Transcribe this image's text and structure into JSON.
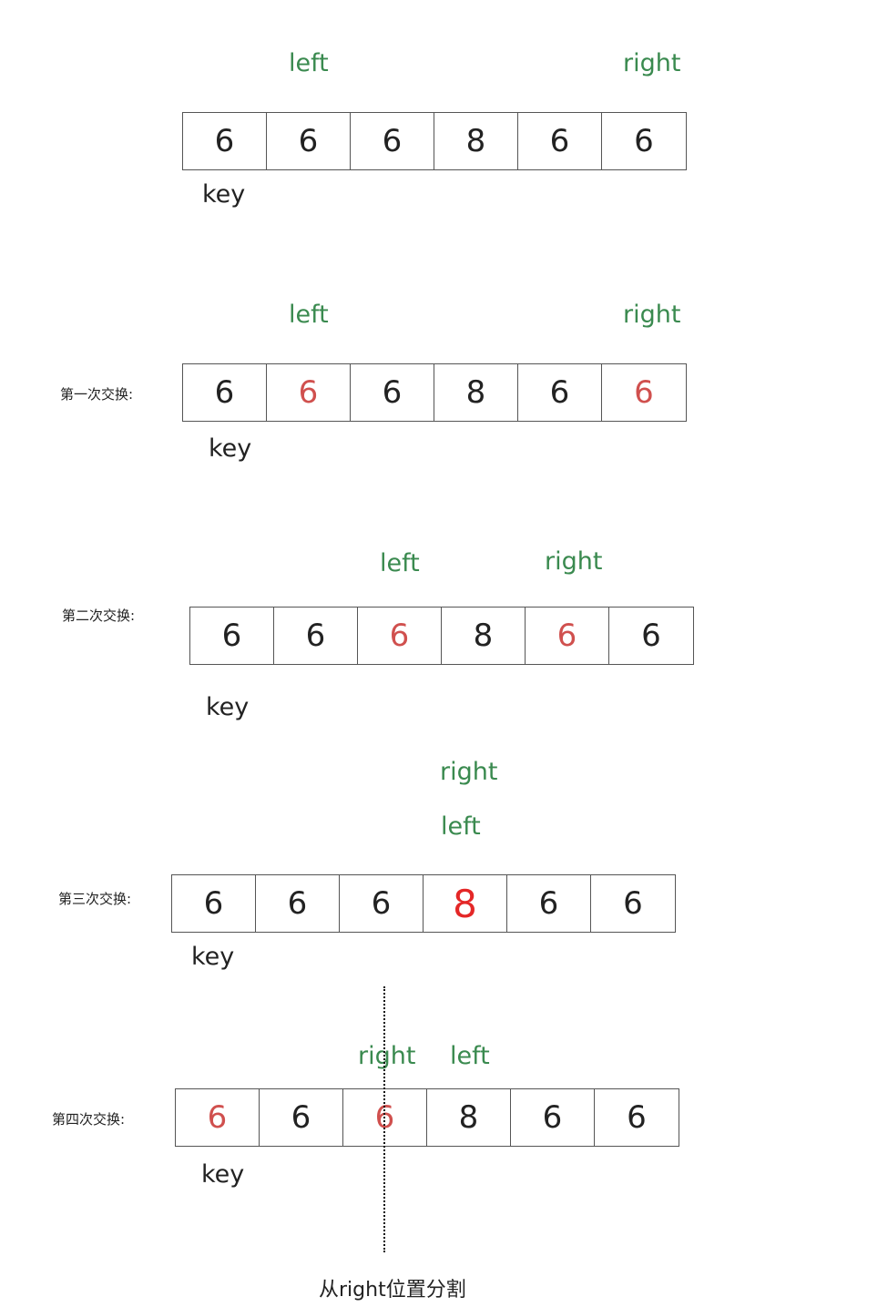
{
  "colors": {
    "pointer": "#3a8a4f",
    "swapped": "#d0504e",
    "highlight": "#e42727",
    "text": "#222222"
  },
  "steps": [
    {
      "label": "",
      "pointers": [
        "left",
        "right"
      ],
      "key": "key",
      "cells": [
        {
          "v": "6",
          "c": "normal"
        },
        {
          "v": "6",
          "c": "normal"
        },
        {
          "v": "6",
          "c": "normal"
        },
        {
          "v": "8",
          "c": "normal"
        },
        {
          "v": "6",
          "c": "normal"
        },
        {
          "v": "6",
          "c": "normal"
        }
      ]
    },
    {
      "label": "第一次交换:",
      "pointers": [
        "left",
        "right"
      ],
      "key": "key",
      "cells": [
        {
          "v": "6",
          "c": "normal"
        },
        {
          "v": "6",
          "c": "red"
        },
        {
          "v": "6",
          "c": "normal"
        },
        {
          "v": "8",
          "c": "normal"
        },
        {
          "v": "6",
          "c": "normal"
        },
        {
          "v": "6",
          "c": "red"
        }
      ]
    },
    {
      "label": "第二次交换:",
      "pointers": [
        "left",
        "right"
      ],
      "key": "key",
      "cells": [
        {
          "v": "6",
          "c": "normal"
        },
        {
          "v": "6",
          "c": "normal"
        },
        {
          "v": "6",
          "c": "red"
        },
        {
          "v": "8",
          "c": "normal"
        },
        {
          "v": "6",
          "c": "red"
        },
        {
          "v": "6",
          "c": "normal"
        }
      ]
    },
    {
      "label": "第三次交换:",
      "pointers": [
        "right",
        "left"
      ],
      "key": "key",
      "cells": [
        {
          "v": "6",
          "c": "normal"
        },
        {
          "v": "6",
          "c": "normal"
        },
        {
          "v": "6",
          "c": "normal"
        },
        {
          "v": "8",
          "c": "bright"
        },
        {
          "v": "6",
          "c": "normal"
        },
        {
          "v": "6",
          "c": "normal"
        }
      ]
    },
    {
      "label": "第四次交换:",
      "pointers": [
        "right",
        "left"
      ],
      "key": "key",
      "cells": [
        {
          "v": "6",
          "c": "red"
        },
        {
          "v": "6",
          "c": "normal"
        },
        {
          "v": "6",
          "c": "red"
        },
        {
          "v": "8",
          "c": "normal"
        },
        {
          "v": "6",
          "c": "normal"
        },
        {
          "v": "6",
          "c": "normal"
        }
      ]
    }
  ],
  "caption": "从right位置分割"
}
